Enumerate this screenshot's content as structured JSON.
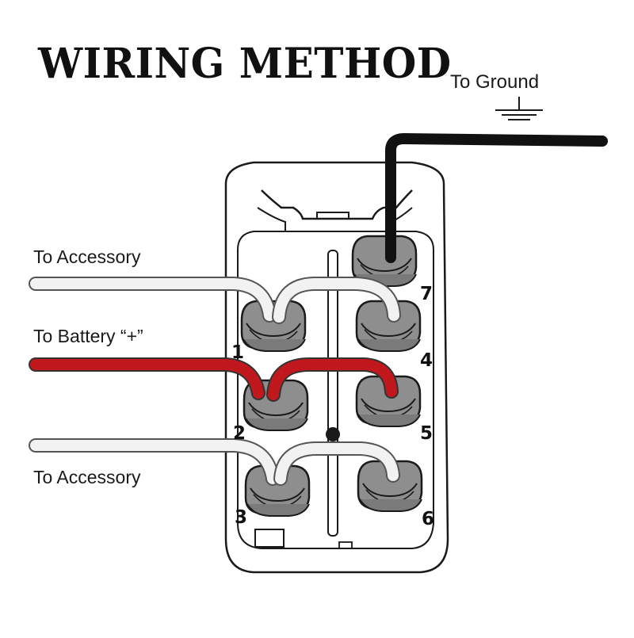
{
  "title": "WIRING METHOD",
  "labels": {
    "ground": "To  Ground",
    "accessory_top": "To Accessory",
    "battery": "To Battery “+”",
    "accessory_bottom": "To Accessory"
  },
  "pins": [
    "1",
    "2",
    "3",
    "4",
    "5",
    "6",
    "7"
  ],
  "colors": {
    "ground_wire": "#111111",
    "battery_wire": "#c0181c",
    "accessory_wire": "#eeeeee",
    "terminal": "#8e8e8e",
    "outline": "#1a1a1a"
  }
}
